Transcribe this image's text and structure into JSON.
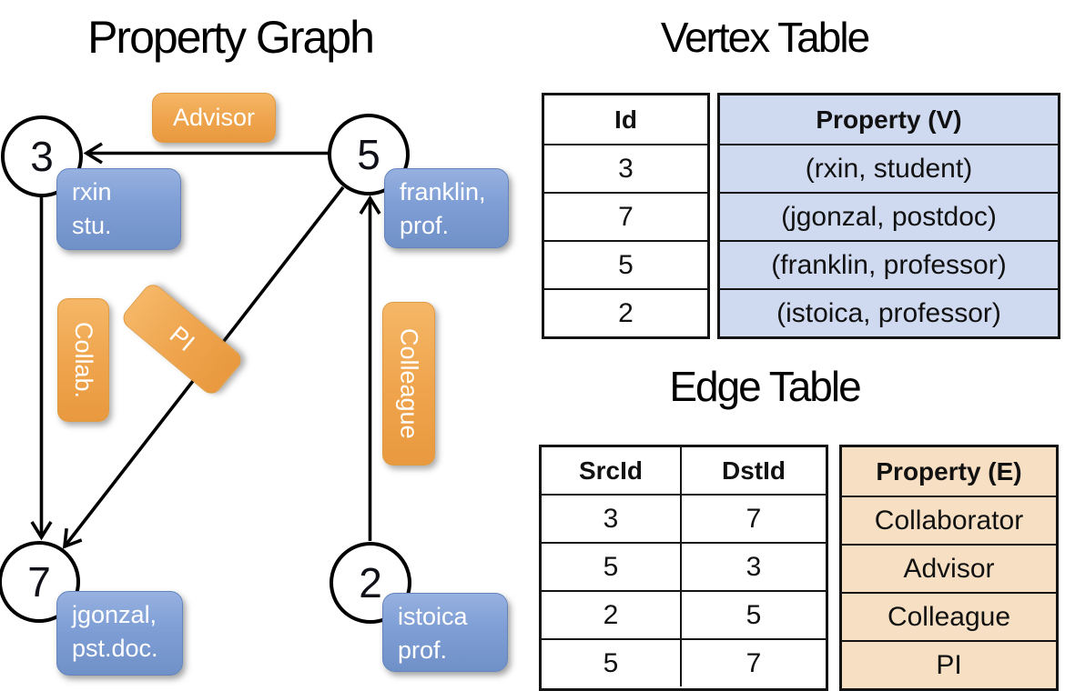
{
  "titles": {
    "graph": "Property Graph",
    "vertex_table": "Vertex Table",
    "edge_table": "Edge Table"
  },
  "colors": {
    "node_property_blue": "#7e9ed5",
    "edge_property_orange": "#efa54e",
    "vertex_table_property_fill": "#cfdaf0",
    "edge_table_property_fill": "#f6dfc2",
    "line_color": "#000000"
  },
  "graph": {
    "nodes": [
      {
        "id": "3",
        "label_line1": "rxin",
        "label_line2": "stu."
      },
      {
        "id": "5",
        "label_line1": "franklin,",
        "label_line2": "prof."
      },
      {
        "id": "7",
        "label_line1": "jgonzal,",
        "label_line2": "pst.doc."
      },
      {
        "id": "2",
        "label_line1": "istoica",
        "label_line2": "prof."
      }
    ],
    "edges": [
      {
        "src": "5",
        "dst": "3",
        "label": "Advisor"
      },
      {
        "src": "3",
        "dst": "7",
        "label": "Collab."
      },
      {
        "src": "5",
        "dst": "7",
        "label": "PI"
      },
      {
        "src": "2",
        "dst": "5",
        "label": "Colleague"
      }
    ]
  },
  "vertex_table": {
    "columns": [
      "Id",
      "Property (V)"
    ],
    "rows": [
      {
        "id": "3",
        "property": "(rxin, student)"
      },
      {
        "id": "7",
        "property": "(jgonzal, postdoc)"
      },
      {
        "id": "5",
        "property": "(franklin, professor)"
      },
      {
        "id": "2",
        "property": "(istoica, professor)"
      }
    ]
  },
  "edge_table": {
    "columns": [
      "SrcId",
      "DstId",
      "Property (E)"
    ],
    "rows": [
      {
        "src": "3",
        "dst": "7",
        "property": "Collaborator"
      },
      {
        "src": "5",
        "dst": "3",
        "property": "Advisor"
      },
      {
        "src": "2",
        "dst": "5",
        "property": "Colleague"
      },
      {
        "src": "5",
        "dst": "7",
        "property": "PI"
      }
    ]
  }
}
